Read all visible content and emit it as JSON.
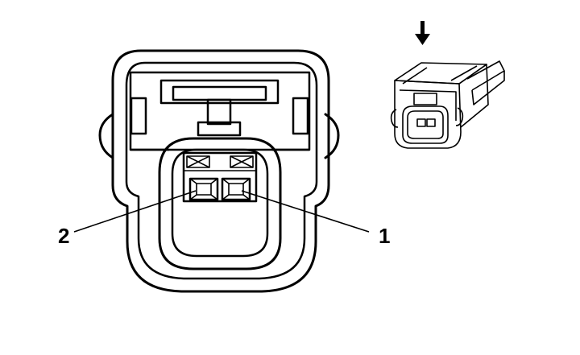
{
  "diagram": {
    "pins": [
      {
        "id": "pin-1",
        "label": "1"
      },
      {
        "id": "pin-2",
        "label": "2"
      }
    ],
    "icons": {
      "view_direction": "down-arrow-icon",
      "connector_iso": "connector-isometric-icon"
    },
    "colors": {
      "line": "#000000",
      "background": "#ffffff"
    }
  }
}
